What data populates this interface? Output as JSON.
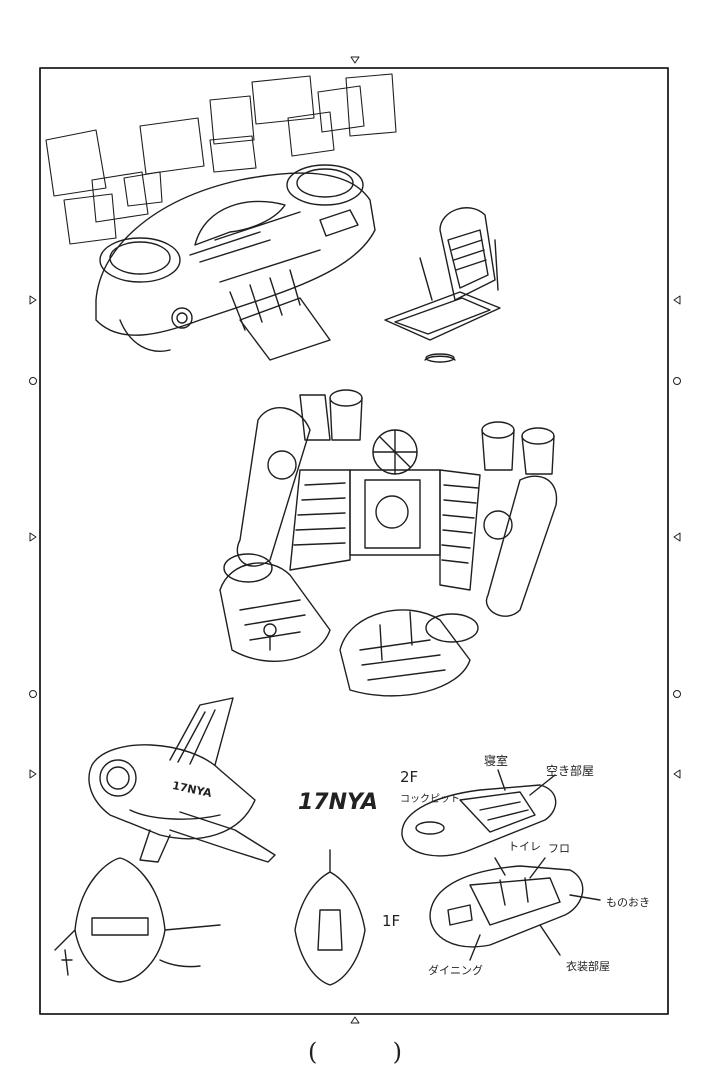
{
  "labels": {
    "floor2": "2F",
    "floor1": "1F",
    "bedroom": "寝室",
    "spare_room": "空き部屋",
    "cockpit": "コックピット",
    "toilet": "トイレ",
    "bath": "フロ",
    "storage": "ものおき",
    "dining": "ダイニング",
    "wardrobe": "衣装部屋",
    "logo_mark": "17NYA",
    "ship_marking": "17NYA"
  },
  "page_number": ""
}
